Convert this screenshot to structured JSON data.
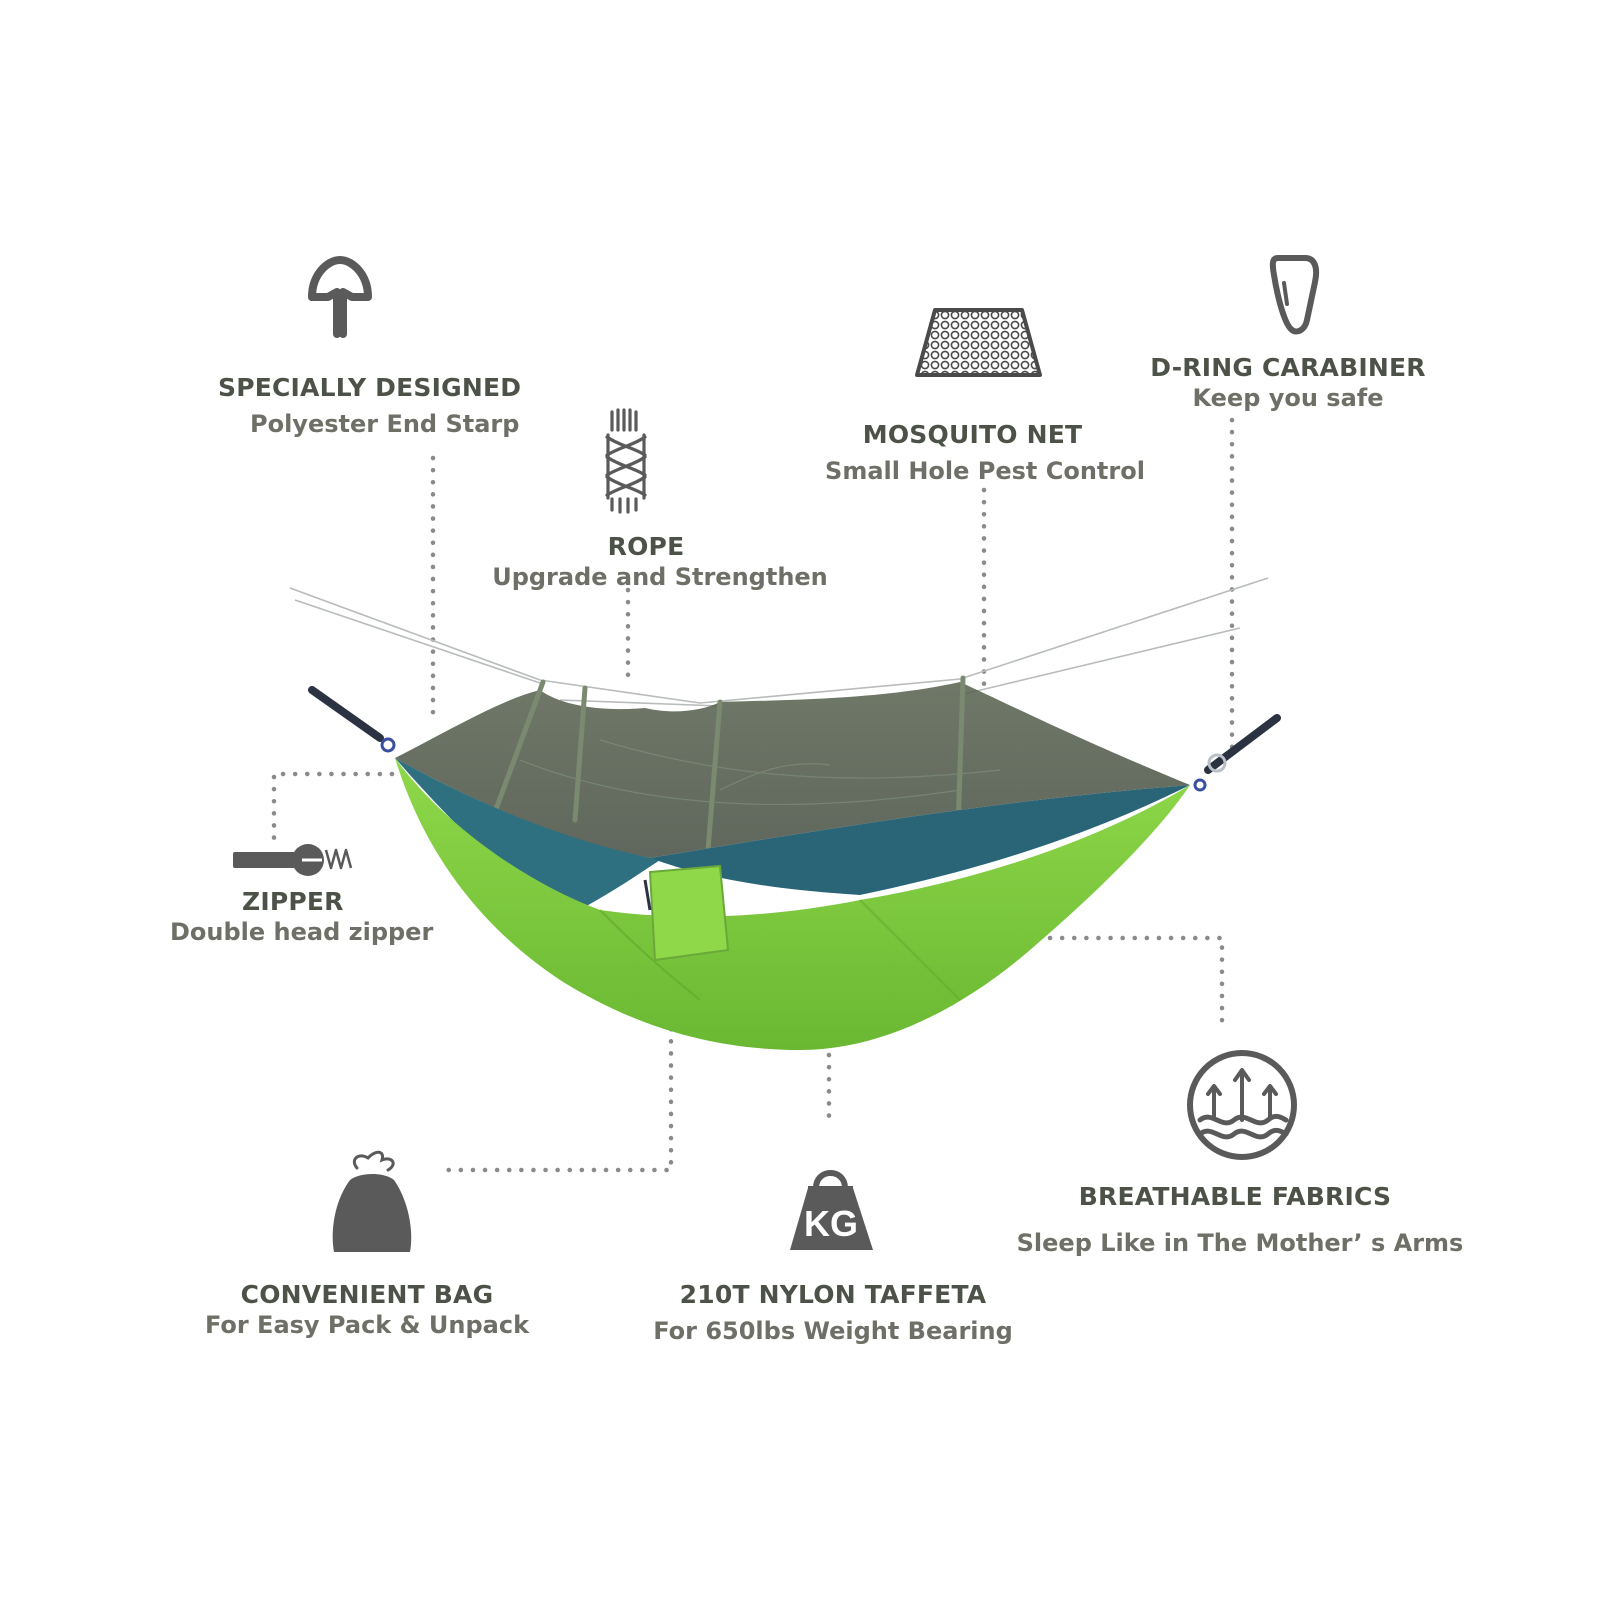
{
  "colors": {
    "text_title": "#4d5248",
    "text_sub": "#6e7068",
    "icon": "#5a5a5a",
    "dots": "#8a8a8a",
    "hammock_green": "#7ccc3a",
    "hammock_teal": "#2e6f80",
    "net": "#5c6b55"
  },
  "features": {
    "strap": {
      "icon": "strap-icon",
      "title": "SPECIALLY DESIGNED",
      "subtitle": "Polyester End Starp"
    },
    "rope": {
      "icon": "rope-icon",
      "title": "ROPE",
      "subtitle": "Upgrade and Strengthen"
    },
    "net": {
      "icon": "mosquito-net-icon",
      "title": "MOSQUITO NET",
      "subtitle": "Small Hole Pest Control"
    },
    "carabiner": {
      "icon": "carabiner-icon",
      "title": "D-RING CARABINER",
      "subtitle": "Keep you safe"
    },
    "zipper": {
      "icon": "zipper-icon",
      "title": "ZIPPER",
      "subtitle": "Double head zipper"
    },
    "bag": {
      "icon": "bag-icon",
      "title": "CONVENIENT BAG",
      "subtitle": "For Easy Pack & Unpack"
    },
    "nylon": {
      "icon": "kg-weight-icon",
      "title": "210T NYLON TAFFETA",
      "subtitle": "For 650lbs Weight Bearing",
      "weight_label": "KG"
    },
    "fabric": {
      "icon": "breathable-icon",
      "title": "BREATHABLE FABRICS",
      "subtitle": "Sleep Like in The Mother’ s Arms"
    }
  }
}
